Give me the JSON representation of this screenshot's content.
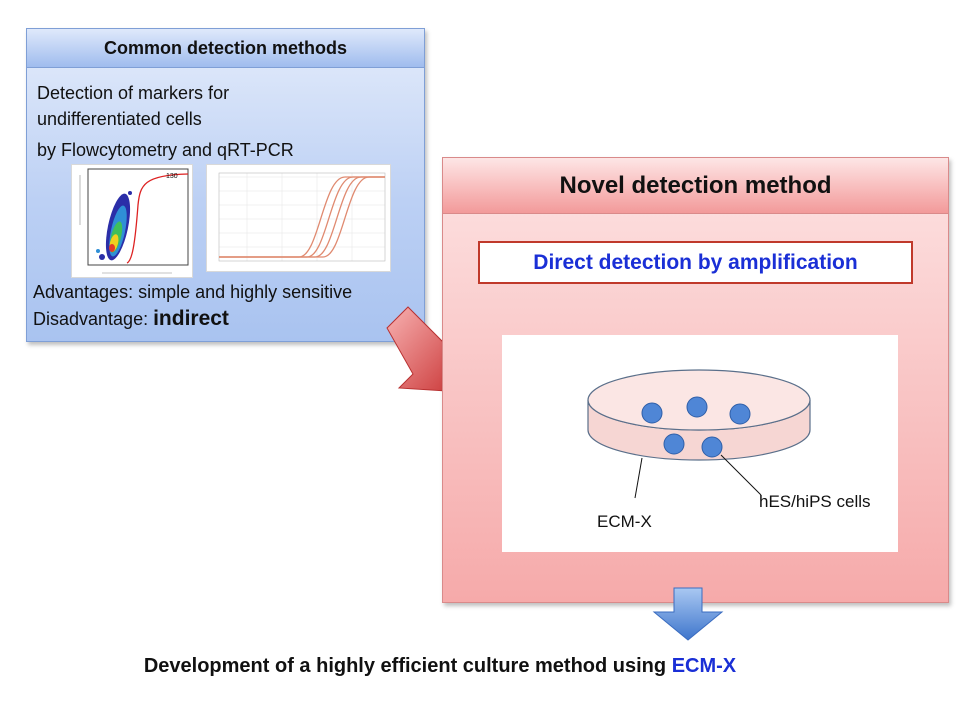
{
  "common": {
    "title": "Common detection methods",
    "lines": [
      "Detection of markers for",
      "undifferentiated cells",
      "by Flowcytometry and qRT-PCR"
    ],
    "advantages": "Advantages: simple and highly sensitive",
    "disadvantage_label": "Disadvantage: ",
    "disadvantage_value": "indirect",
    "flow_gate_label": "130"
  },
  "novel": {
    "title": "Novel detection method",
    "subtitle": "Direct detection by amplification",
    "labels": {
      "ecm": "ECM-X",
      "cells": "hES/hiPS cells"
    }
  },
  "bottom": {
    "prefix": "Development of a highly efficient culture method using ",
    "highlight": "ECM-X"
  },
  "colors": {
    "left_box": "#bcd0f4",
    "right_box": "#f9c6c6",
    "highlight_blue": "#1a2fd6",
    "arrow_red": "#d84a4a",
    "arrow_blue": "#4f86d6",
    "cell_blue": "#4f86d6"
  }
}
